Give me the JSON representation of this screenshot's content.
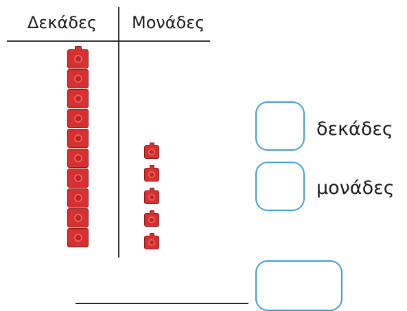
{
  "table": {
    "tens_header": "Δεκάδες",
    "ones_header": "Μονάδες"
  },
  "blocks": {
    "tens_rods": 1,
    "cubes_per_rod": 10,
    "ones_cubes": 5,
    "color": "#d63030"
  },
  "answers": {
    "tens_label": "δεκάδες",
    "ones_label": "μονάδες",
    "tens_value": "",
    "ones_value": "",
    "total_value": "",
    "box_color": "#3a9fd6"
  }
}
